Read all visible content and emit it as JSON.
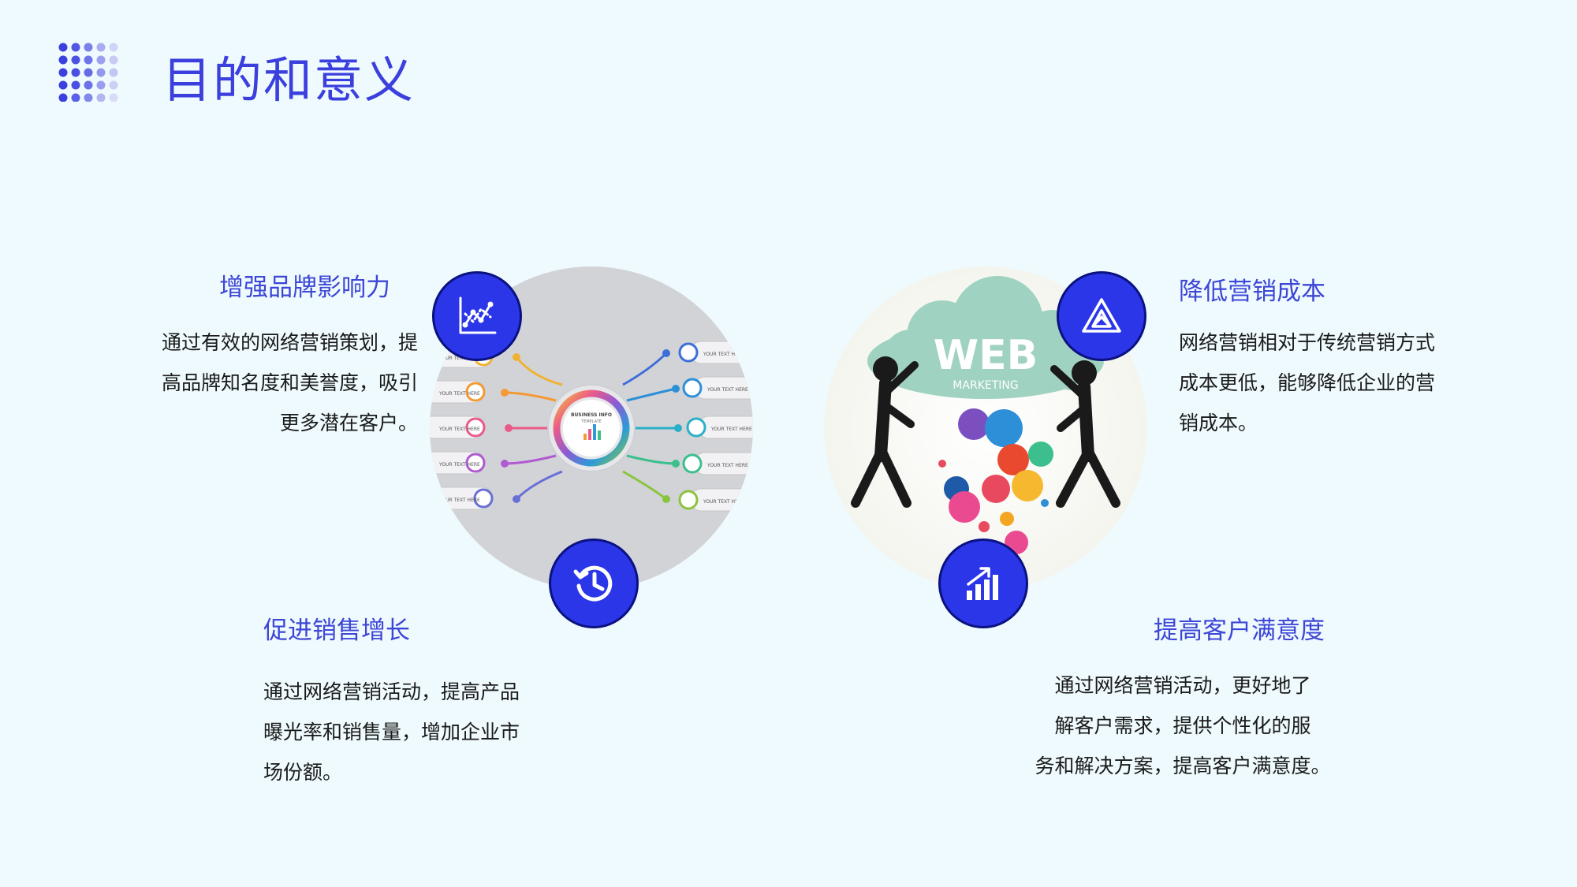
{
  "page": {
    "title": "目的和意义"
  },
  "colors": {
    "background": "#eefafd",
    "accent": "#3a3fde",
    "badge": "#2a36e8",
    "badge_border": "#0b1280"
  },
  "sections": [
    {
      "heading": "增强品牌影响力",
      "lines": [
        "通过有效的网络营销策划，提",
        "高品牌知名度和美誉度，吸引",
        "更多潜在客户。"
      ],
      "icon": "line-chart-icon"
    },
    {
      "heading": "降低营销成本",
      "lines": [
        "网络营销相对于传统营销方式",
        "成本更低，能够降低企业的营",
        "销成本。"
      ],
      "icon": "triangle-logo-icon"
    },
    {
      "heading": "促进销售增长",
      "lines": [
        "通过网络营销活动，提高产品",
        "曝光率和销售量，增加企业市",
        "场份额。"
      ],
      "icon": "history-clock-icon"
    },
    {
      "heading": "提高客户满意度",
      "lines": [
        "通过网络营销活动，更好地了",
        "解客户需求，提供个性化的服",
        "务和解决方案，提高客户满意度。"
      ],
      "icon": "bar-growth-icon"
    }
  ],
  "infographic": {
    "center_title": "BUSINESS INFO",
    "center_sub": "TEMPLATE",
    "item_text": "YOUR TEXT HERE"
  },
  "web_marketing": {
    "cloud_title": "WEB",
    "cloud_sub": "MARKETING"
  }
}
